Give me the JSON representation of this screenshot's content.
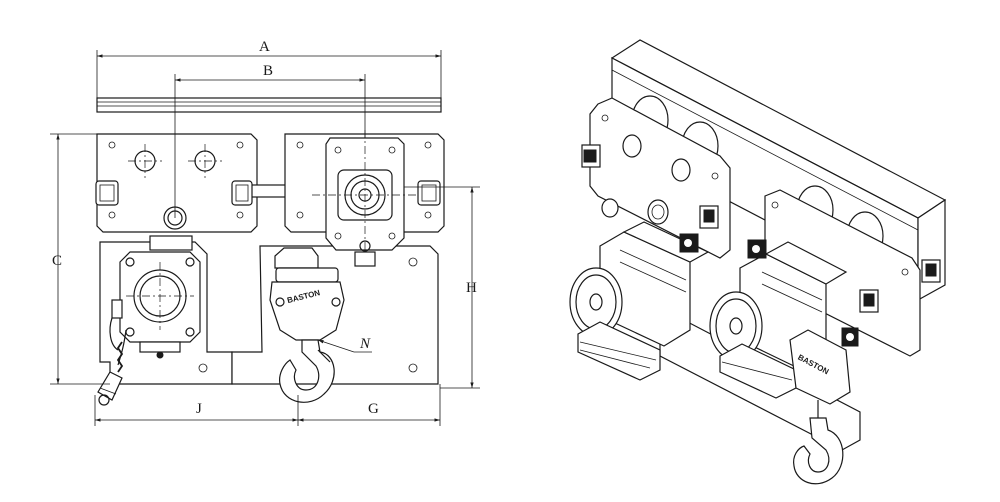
{
  "dimensions": {
    "a": "A",
    "b": "B",
    "c": "C",
    "h": "H",
    "j": "J",
    "g": "G",
    "n": "N"
  },
  "brand": {
    "front_view": "BASTON",
    "iso_view": "BASTON"
  }
}
